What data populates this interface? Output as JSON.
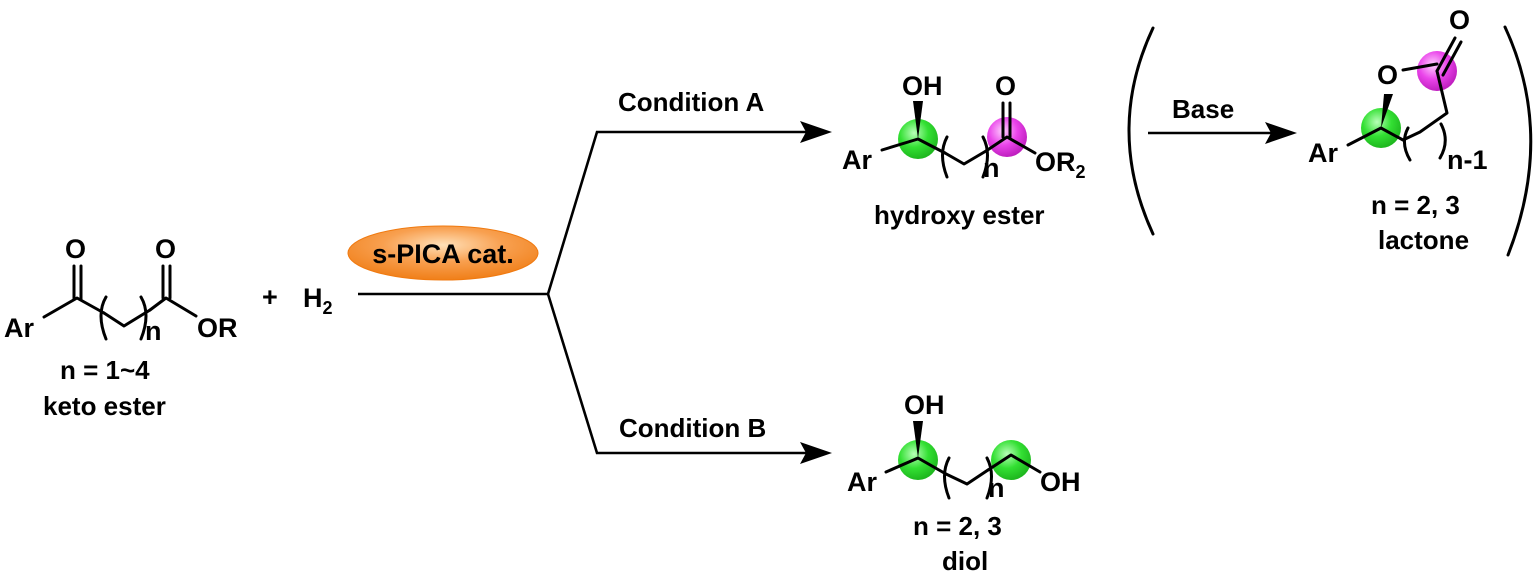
{
  "scheme": {
    "catalyst_label": "s-PICA cat.",
    "plus": "+",
    "h2": "H",
    "h2_sub": "2",
    "colors": {
      "catalyst_orange": "#f58220",
      "green_atom": "#33dd33",
      "magenta_atom": "#e83ee8"
    }
  },
  "keto_ester": {
    "ar": "Ar",
    "o1": "O",
    "o2": "O",
    "n": "n",
    "or": "OR",
    "range": "n = 1~4",
    "name": "keto ester"
  },
  "condition_a": {
    "label": "Condition A"
  },
  "condition_b": {
    "label": "Condition B"
  },
  "hydroxy_ester": {
    "oh": "OH",
    "o": "O",
    "ar": "Ar",
    "n": "n",
    "or": "OR",
    "or_sub": "2",
    "name": "hydroxy ester"
  },
  "base_step": {
    "label": "Base"
  },
  "lactone": {
    "o_carbonyl": "O",
    "o_ring": "O",
    "ar": "Ar",
    "n": "n-1",
    "range": "n = 2, 3",
    "name": "lactone"
  },
  "diol": {
    "oh1": "OH",
    "oh2": "OH",
    "ar": "Ar",
    "n": "n",
    "range": "n = 2, 3",
    "name": "diol"
  }
}
